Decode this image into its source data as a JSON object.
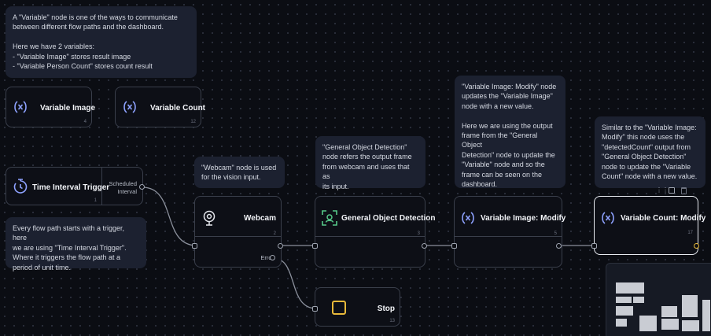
{
  "notes": {
    "variable_intro": "A \"Variable\" node is one of the ways to communicate\nbetween different flow paths and the dashboard.\n\nHere we have 2 variables:\n- \"Variable Image\" stores result image\n- \"Variable Person Count\" stores count result",
    "trigger": "Every flow path starts with a trigger, here\nwe are using \"Time Interval Trigger\".\nWhere it triggers the flow path at a\nperiod of unit time.",
    "webcam": "\"Webcam\" node is used\nfor the vision input.",
    "detection": "\"General Object Detection\"\nnode refers the output frame\nfrom webcam and uses that as\nits input.",
    "image_modify": "\"Variable Image: Modify\" node\nupdates the \"Variable Image\"\nnode with a new value.\n\nHere we are using the output\nframe from the \"General Object\nDetection\" node to update the\n\"Variable\" node and so the\nframe can be seen on the\ndashboard.",
    "count_modify": "Similar to the \"Variable Image:\nModify\" this node uses the\n\"detectedCount\" output from\n\"General Object Detection\"\nnode to update the \"Variable\nCount\" node with a new value."
  },
  "nodes": {
    "variable_image": {
      "title": "Variable Image",
      "id": "4",
      "icon": "variable-icon"
    },
    "variable_count": {
      "title": "Variable Count",
      "id": "12",
      "icon": "variable-icon"
    },
    "time_trigger": {
      "title": "Time Interval Trigger",
      "id": "1",
      "output_label": "Scheduled\nInterval",
      "icon": "timer-icon"
    },
    "webcam": {
      "title": "Webcam",
      "id": "2",
      "output_label": "Error",
      "icon": "webcam-icon"
    },
    "detection": {
      "title": "General Object Detection",
      "id": "3",
      "icon": "detection-icon"
    },
    "image_modify": {
      "title": "Variable Image: Modify",
      "id": "5",
      "icon": "variable-icon"
    },
    "count_modify": {
      "title": "Variable Count: Modify",
      "id": "17",
      "icon": "variable-icon"
    },
    "stop": {
      "title": "Stop",
      "id": "13",
      "icon": "stop-icon"
    }
  },
  "toolbar_icons": [
    "drag-handle-icon",
    "copy-icon",
    "delete-icon"
  ],
  "colors": {
    "accent_blue": "#8ea2ff",
    "accent_green": "#57c98a",
    "accent_yellow": "#e8b93a",
    "background": "#0b0d13"
  }
}
